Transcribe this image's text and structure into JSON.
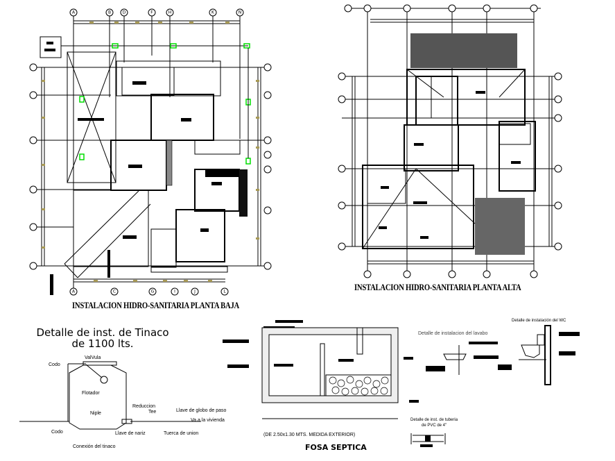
{
  "plans": {
    "ground_title": "INSTALACION  HIDRO-SANITARIA  PLANTA BAJA",
    "upper_title": "INSTALACION  HIDRO-SANITARIA PLANTA ALTA",
    "ground_axes_top": [
      "A",
      "B",
      "D",
      "F",
      "H",
      "K",
      "N"
    ],
    "ground_axes_bottom": [
      "A",
      "C",
      "G",
      "I",
      "J",
      "L"
    ]
  },
  "tinaco": {
    "title_line1": "Detalle de inst. de Tinaco",
    "title_line2": "de 1100 lts.",
    "labels": {
      "valvula": "ValVula",
      "codo_top": "Codo",
      "flotador": "Flotador",
      "niple": "Niple",
      "reduccion": "Reduccion",
      "tee": "Tee",
      "llave_globo": "Llave de globo de paso",
      "va_vivienda": "Va a la vivienda",
      "codo_bottom": "Codo",
      "llave_nariz": "Llave de nariz",
      "tuerca": "Tuerca de union",
      "conexion": "Conexión del tinaco"
    }
  },
  "fosa": {
    "note": "(DE 2.50x1.30 MTS. MEDIDA EXTERIOR)",
    "title": "FOSA SEPTICA"
  },
  "lavabo": {
    "title": "Detalle de instalacion del lavabo"
  },
  "wc": {
    "title": "Detalle de instalación del WC"
  },
  "pvc": {
    "title_line1": "Detalle de inst. de tuberia",
    "title_line2": "de PVC de 4\""
  }
}
